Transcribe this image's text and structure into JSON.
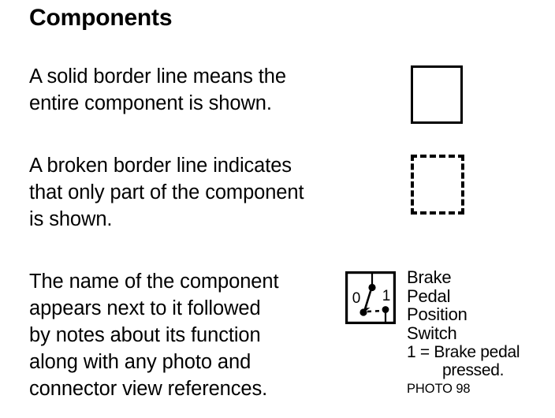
{
  "slide": {
    "title": "Components",
    "background_color": "#ffffff",
    "text_color": "#000000"
  },
  "paragraphs": [
    {
      "id": "solid",
      "text": "A solid border line means the\nentire component is shown."
    },
    {
      "id": "broken",
      "text": "A broken border line indicates\nthat only part of the component\nis shown."
    },
    {
      "id": "name",
      "text": "The name of the component\nappears next to it followed\nby notes about its function\nalong with any photo and\nconnector view references."
    }
  ],
  "examples": {
    "solid_box": {
      "name": "solid-border-example",
      "border_style": "solid",
      "border_color": "#000000"
    },
    "dashed_box": {
      "name": "broken-border-example",
      "border_style": "dashed",
      "border_color": "#000000"
    }
  },
  "switch_symbol": {
    "name": "brake-pedal-position-switch-symbol",
    "border_color": "#000000",
    "position_0_label": "0",
    "position_1_label": "1"
  },
  "component_label": {
    "lines": [
      "Brake",
      "Pedal",
      "Position",
      "Switch"
    ],
    "note_line_1": "1 = Brake pedal",
    "note_line_2": "pressed.",
    "photo_reference": "PHOTO 98"
  }
}
